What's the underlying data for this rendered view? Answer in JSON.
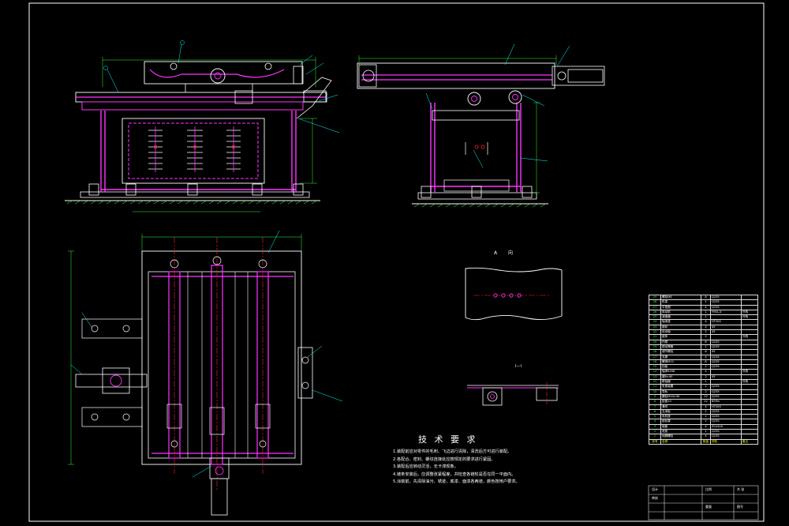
{
  "drawing": {
    "colors": {
      "background": "#000000",
      "frame": "#ffffff",
      "outline": "#ffffff",
      "part": "#ff33ff",
      "hidden": "#ff4444",
      "center": "#ff2222",
      "dimension": "#33ff33",
      "ground": "#33cc33",
      "leader": "#00ffff",
      "bom_number": "#33ff33",
      "highlight": "#ffff00"
    },
    "tech_requirements": {
      "title": "技 术 要 求",
      "items": [
        "1.装配前应对零件的毛刺、飞边进行清除，清洗后方可进行装配。",
        "2.各配合、密封、螺纹连接处应按规定的要求进行紧固。",
        "3.装配后应转动灵活，无卡滞现象。",
        "4.链条安装后，应调整张紧程度，并检查各链轮是否在同一平面内。",
        "5.涂装前，先清除油污、锈迹，底漆、面漆各两道，颜色按用户要求。"
      ]
    },
    "view_labels": {
      "view_a": "A 向",
      "section": "I—I"
    },
    "bom": {
      "header": [
        "序号",
        "名称",
        "数量",
        "材料",
        "备注"
      ],
      "rows": [
        [
          "29",
          "螺栓M8",
          "8",
          "Q235",
          ""
        ],
        [
          "28",
          "机架",
          "1",
          "Q235",
          ""
        ],
        [
          "27",
          "平垫圈",
          "4",
          "Q235",
          ""
        ],
        [
          "26",
          "电动机",
          "1",
          "Y90L-4",
          "外购"
        ],
        [
          "25",
          "减速器",
          "1",
          "",
          "外购"
        ],
        [
          "24",
          "轴承座",
          "4",
          "HT200",
          ""
        ],
        [
          "23",
          "链轮",
          "4",
          "45",
          ""
        ],
        [
          "22",
          "传动轴",
          "2",
          "45",
          ""
        ],
        [
          "21",
          "链条",
          "2",
          "",
          "外购"
        ],
        [
          "20",
          "托辊",
          "6",
          "Q235",
          ""
        ],
        [
          "19",
          "振动筛箱",
          "1",
          "Q235",
          ""
        ],
        [
          "18",
          "调节螺栓",
          "8",
          "45",
          ""
        ],
        [
          "17",
          "支腿",
          "4",
          "Q235",
          ""
        ],
        [
          "16",
          "螺母M12",
          "8",
          "Q235",
          ""
        ],
        [
          "15",
          "挡板",
          "2",
          "Q235",
          ""
        ],
        [
          "14",
          "轴承6206",
          "4",
          "",
          "外购"
        ],
        [
          "13",
          "键8×40",
          "2",
          "45",
          ""
        ],
        [
          "12",
          "联轴器",
          "1",
          "",
          "外购"
        ],
        [
          "11",
          "张紧装置",
          "2",
          "Q235",
          ""
        ],
        [
          "10",
          "导轨",
          "2",
          "Q235",
          ""
        ],
        [
          "9",
          "螺栓M10×30",
          "12",
          "Q235",
          ""
        ],
        [
          "8",
          "垫圈10",
          "12",
          "65Mn",
          ""
        ],
        [
          "7",
          "滑块",
          "4",
          "HT200",
          ""
        ],
        [
          "6",
          "支承板",
          "2",
          "Q235",
          ""
        ],
        [
          "5",
          "电机座",
          "1",
          "Q235",
          ""
        ],
        [
          "4",
          "链轮罩",
          "1",
          "Q235",
          ""
        ],
        [
          "3",
          "轴套",
          "4",
          "ZCuSn5",
          ""
        ],
        [
          "2",
          "底座",
          "1",
          "Q235",
          ""
        ],
        [
          "1",
          "地脚螺栓",
          "4",
          "Q235",
          ""
        ]
      ]
    },
    "title_block": {
      "design": "设计",
      "check": "审核",
      "scale": "比例",
      "sheet": "共 张",
      "weight": "重量",
      "drawing_no": "图号"
    }
  }
}
